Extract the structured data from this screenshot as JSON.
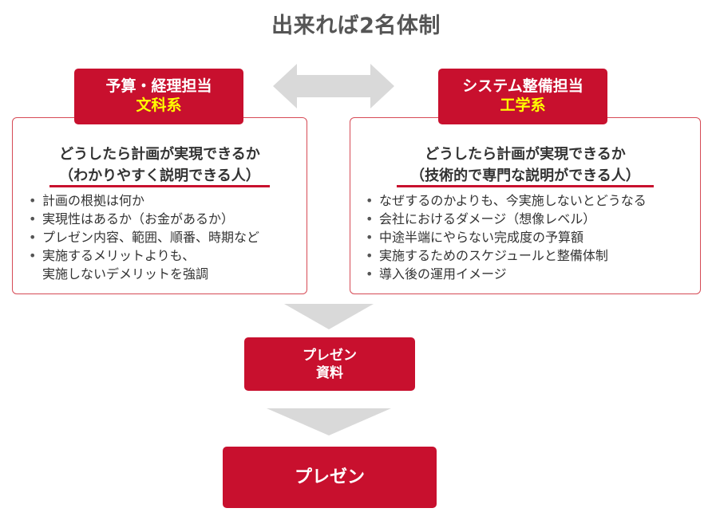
{
  "title": "出来れば2名体制",
  "left": {
    "role": "予算・経理担当",
    "field": "文科系",
    "heading_line1": "どうしたら計画が実現できるか",
    "heading_line2": "（わかりやすく説明できる人）",
    "bullets": [
      "計画の根拠は何か",
      "実現性はあるか（お金があるか）",
      "プレゼン内容、範囲、順番、時期など",
      "実施するメリットよりも、",
      "実施しないデメリットを強調"
    ]
  },
  "right": {
    "role": "システム整備担当",
    "field": "工学系",
    "heading_line1": "どうしたら計画が実現できるか",
    "heading_line2": "（技術的で専門な説明ができる人）",
    "bullets": [
      "なぜするのかよりも、今実施しないとどうなる",
      "会社におけるダメージ（想像レベル）",
      "中途半端にやらない完成度の予算額",
      "実施するためのスケジュールと整備体制",
      "導入後の運用イメージ"
    ]
  },
  "materials": {
    "line1": "プレゼン",
    "line2": "資料"
  },
  "presentation": "プレゼン",
  "colors": {
    "accent_red": "#c8102e",
    "panel_border": "#d64a55",
    "highlight_yellow": "#ffff00",
    "arrow_gray": "#d9d9d9"
  },
  "icons": {
    "bidirectional_arrow": "double-arrow-icon",
    "flow_arrow": "down-chevron-arrow-icon"
  }
}
